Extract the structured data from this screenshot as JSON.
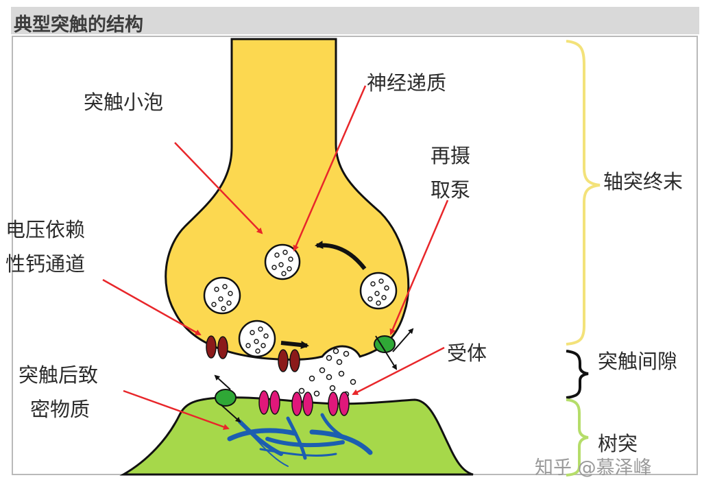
{
  "title": "典型突触的结构",
  "labels": {
    "vesicle": "突触小泡",
    "neurotransmitter": "神经递质",
    "reuptake_1": "再摄",
    "reuptake_2": "取泵",
    "calcium_1": "电压依赖",
    "calcium_2": "性钙通道",
    "receptor": "受体",
    "postsynaptic_1": "突触后致",
    "postsynaptic_2": "密物质",
    "axon_terminal": "轴突终末",
    "synaptic_cleft": "突触间隙",
    "dendrite": "树突"
  },
  "watermark": "知乎 @慕泽峰",
  "colors": {
    "axon": "#fcd850",
    "dendrite": "#a6d84a",
    "arrow": "#e8262a",
    "calcium_channel": "#8b1a1a",
    "receptor": "#e0187a",
    "pump": "#2fa836",
    "cytoskeleton": "#1c5eb0",
    "brace_axon": "#f3e27a",
    "brace_cleft": "#111111",
    "brace_dendrite": "#b5dd6a"
  }
}
